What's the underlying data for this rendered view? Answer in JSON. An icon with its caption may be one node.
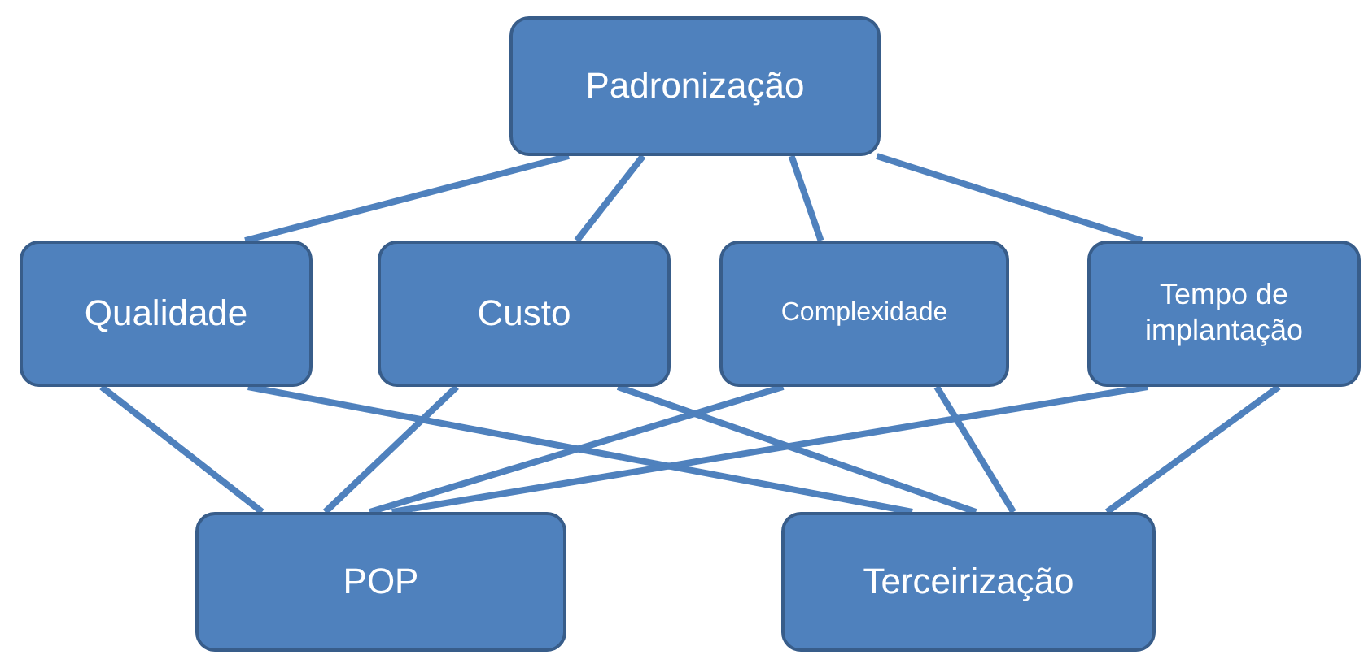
{
  "diagram": {
    "nodes": [
      {
        "text": [
          "Padronização"
        ]
      },
      {
        "text": [
          "Qualidade"
        ]
      },
      {
        "text": [
          "Custo"
        ]
      },
      {
        "text": [
          "Complexidade"
        ]
      },
      {
        "text": [
          "Tempo de implantação"
        ]
      },
      {
        "text": [
          "POP"
        ]
      },
      {
        "text": [
          "Terceirização"
        ]
      }
    ],
    "edges": [
      {
        "from": 0,
        "to": 1,
        "arrow": "none"
      },
      {
        "from": 0,
        "to": 2,
        "arrow": "none"
      },
      {
        "from": 0,
        "to": 3,
        "arrow": "none"
      },
      {
        "from": 0,
        "to": 4,
        "arrow": "none"
      },
      {
        "from": 1,
        "to": 5,
        "arrow": "none"
      },
      {
        "from": 1,
        "to": 6,
        "arrow": "none"
      },
      {
        "from": 2,
        "to": 5,
        "arrow": "none"
      },
      {
        "from": 2,
        "to": 6,
        "arrow": "none"
      },
      {
        "from": 3,
        "to": 5,
        "arrow": "none"
      },
      {
        "from": 3,
        "to": 6,
        "arrow": "none"
      },
      {
        "from": 4,
        "to": 5,
        "arrow": "none"
      },
      {
        "from": 4,
        "to": 6,
        "arrow": "none"
      }
    ]
  }
}
